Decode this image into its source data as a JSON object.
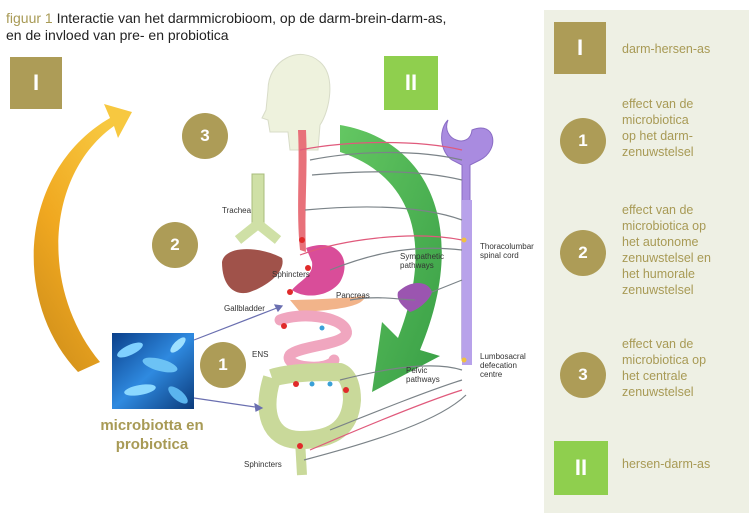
{
  "caption": {
    "figure_label": "figuur 1",
    "line1": "Interactie van het darmmicrobioom, op de darm-brein-darm-as,",
    "line2": "en de invloed van pre- en probiotica"
  },
  "markers": {
    "big_I": "I",
    "big_II": "II",
    "circle_1": "1",
    "circle_2": "2",
    "circle_3": "3"
  },
  "microbiota_label": {
    "line1": "microbiotta en",
    "line2": "probiotica"
  },
  "anatomy_labels": {
    "trachea": "Trachea",
    "sphincters_top": "Sphincters",
    "gallbladder": "Gallbladder",
    "pancreas": "Pancreas",
    "ens": "ENS",
    "sympathetic_1": "Sympathetic",
    "sympathetic_2": "pathways",
    "thoracolumbar_1": "Thoracolumbar",
    "thoracolumbar_2": "spinal cord",
    "lumbosacral_1": "Lumbosacral",
    "lumbosacral_2": "defecation",
    "lumbosacral_3": "centre",
    "pelvic_1": "Pelvic",
    "pelvic_2": "pathways",
    "sphincters_bottom": "Sphincters"
  },
  "legend": [
    {
      "marker": "I",
      "shape": "square",
      "color": "#ad9c57",
      "lines": [
        "darm-hersen-as"
      ]
    },
    {
      "marker": "1",
      "shape": "circle",
      "color": "#ad9c57",
      "lines": [
        "effect van de",
        "microbiotica",
        "op het darm-",
        "zenuwstelsel"
      ]
    },
    {
      "marker": "2",
      "shape": "circle",
      "color": "#ad9c57",
      "lines": [
        "effect van de",
        "microbiotica op",
        "het autonome",
        "zenuwstelsel en",
        "het humorale",
        "zenuwstelsel"
      ]
    },
    {
      "marker": "3",
      "shape": "circle",
      "color": "#ad9c57",
      "lines": [
        "effect van de",
        "microbiotica op",
        "het centrale",
        "zenuwstelsel"
      ]
    },
    {
      "marker": "II",
      "shape": "square",
      "color": "#8fcf4e",
      "lines": [
        "hersen-darm-as"
      ]
    }
  ],
  "colors": {
    "olive": "#ad9c57",
    "green": "#8fcf4e",
    "arrow_orange": "#f0a820",
    "arrow_green": "#3cb44a",
    "sidebar_bg": "#eef0e4"
  }
}
